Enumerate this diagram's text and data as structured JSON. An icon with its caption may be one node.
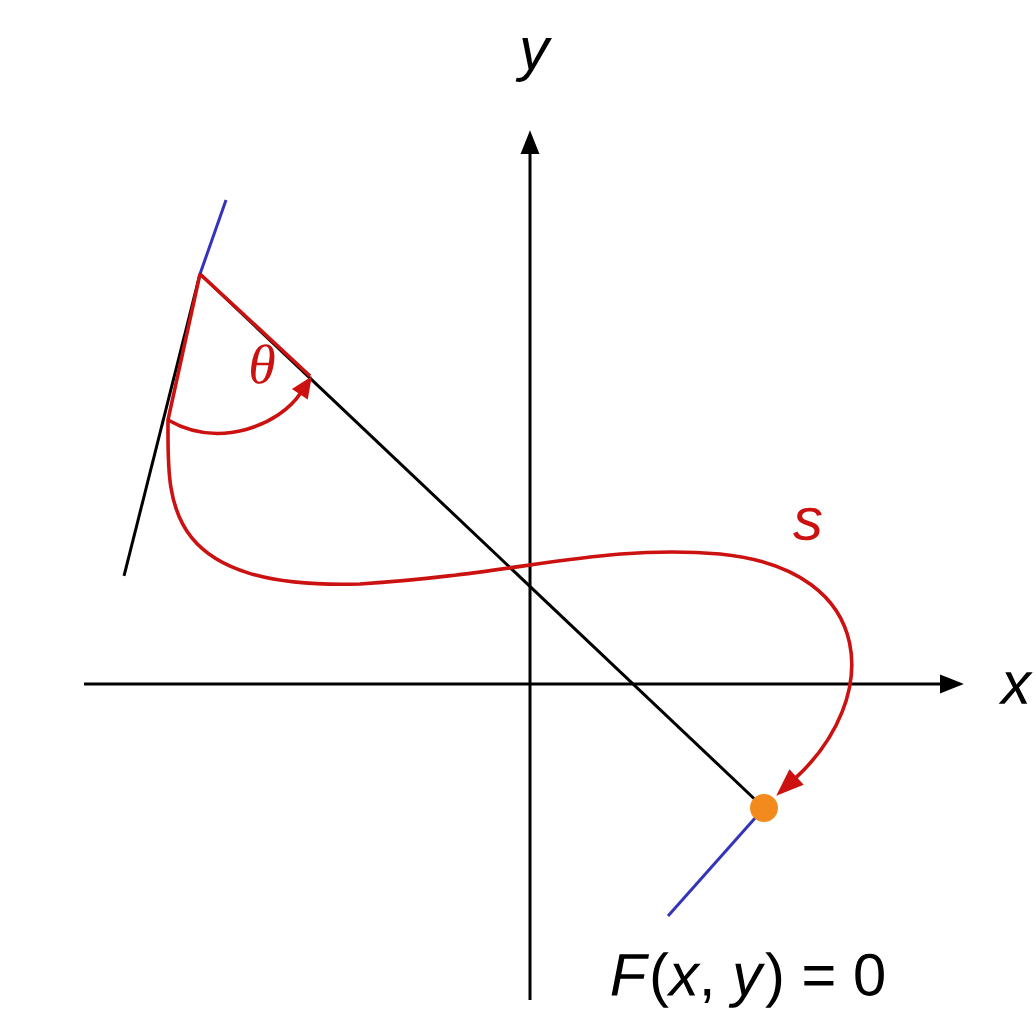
{
  "diagram": {
    "labels": [
      "y",
      "θ",
      "s",
      "x",
      "*F*(*x*, *y*) = 0"
    ]
  }
}
